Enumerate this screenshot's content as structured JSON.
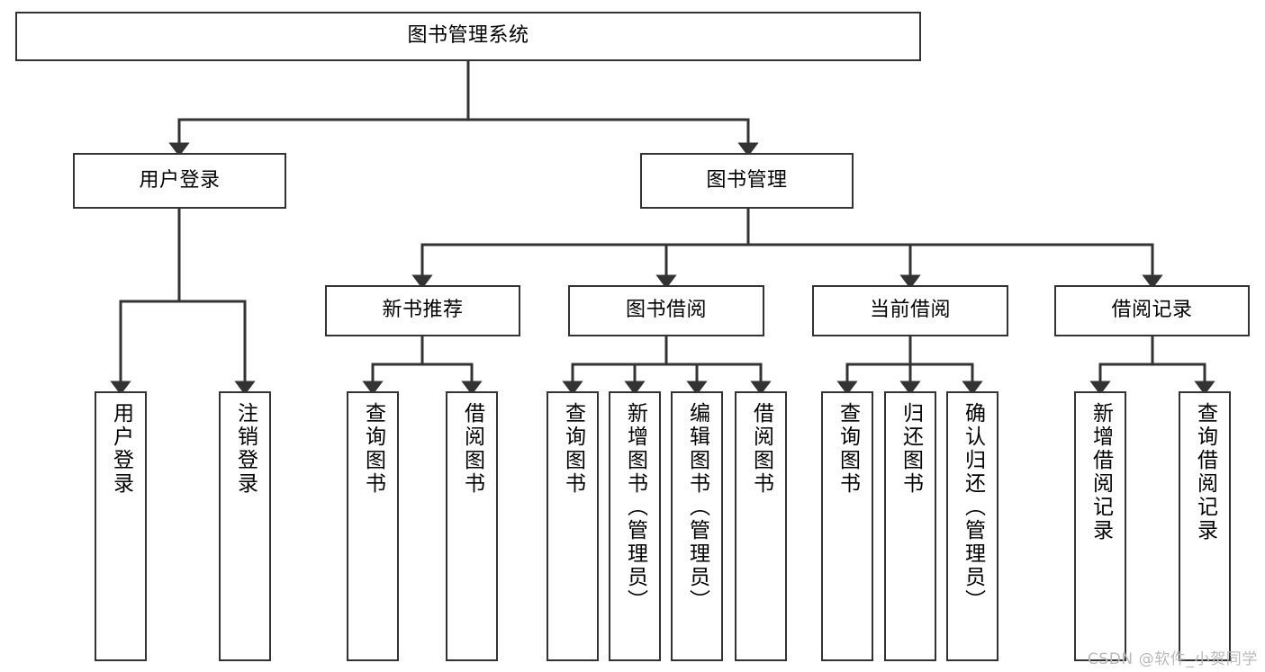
{
  "diagram": {
    "title": "图书管理系统",
    "type": "tree-hierarchy-chart",
    "orientation": "top-down",
    "colors": {
      "stroke": "#333333",
      "fill": "#ffffff",
      "text": "#000000",
      "watermark": "#b9b9b9"
    },
    "root": {
      "id": "root",
      "label": "图书管理系统",
      "text_orientation": "horizontal"
    },
    "level2": [
      {
        "id": "user-login",
        "label": "用户登录",
        "text_orientation": "horizontal"
      },
      {
        "id": "book-management",
        "label": "图书管理",
        "text_orientation": "horizontal"
      }
    ],
    "level3": [
      {
        "id": "new-book-recommend",
        "label": "新书推荐",
        "parent": "book-management",
        "text_orientation": "horizontal"
      },
      {
        "id": "book-borrow",
        "label": "图书借阅",
        "parent": "book-management",
        "text_orientation": "horizontal"
      },
      {
        "id": "current-borrow",
        "label": "当前借阅",
        "parent": "book-management",
        "text_orientation": "horizontal"
      },
      {
        "id": "borrow-record",
        "label": "借阅记录",
        "parent": "book-management",
        "text_orientation": "horizontal"
      }
    ],
    "leaves": [
      {
        "id": "leaf-user-login",
        "label": "用户登录",
        "parent": "user-login",
        "text_orientation": "vertical"
      },
      {
        "id": "leaf-user-logout",
        "label": "注销登录",
        "parent": "user-login",
        "text_orientation": "vertical"
      },
      {
        "id": "leaf-query-book-1",
        "label": "查询图书",
        "parent": "new-book-recommend",
        "text_orientation": "vertical"
      },
      {
        "id": "leaf-borrow-book-1",
        "label": "借阅图书",
        "parent": "new-book-recommend",
        "text_orientation": "vertical"
      },
      {
        "id": "leaf-query-book-2",
        "label": "查询图书",
        "parent": "book-borrow",
        "text_orientation": "vertical"
      },
      {
        "id": "leaf-add-book",
        "label": "新增图书（管理员）",
        "parent": "book-borrow",
        "text_orientation": "vertical"
      },
      {
        "id": "leaf-edit-book",
        "label": "编辑图书（管理员）",
        "parent": "book-borrow",
        "text_orientation": "vertical"
      },
      {
        "id": "leaf-borrow-book-2",
        "label": "借阅图书",
        "parent": "book-borrow",
        "text_orientation": "vertical"
      },
      {
        "id": "leaf-query-book-3",
        "label": "查询图书",
        "parent": "current-borrow",
        "text_orientation": "vertical"
      },
      {
        "id": "leaf-return-book",
        "label": "归还图书",
        "parent": "current-borrow",
        "text_orientation": "vertical"
      },
      {
        "id": "leaf-confirm-return",
        "label": "确认归还（管理员）",
        "parent": "current-borrow",
        "text_orientation": "vertical"
      },
      {
        "id": "leaf-add-record",
        "label": "新增借阅记录",
        "parent": "borrow-record",
        "text_orientation": "vertical"
      },
      {
        "id": "leaf-query-record",
        "label": "查询借阅记录",
        "parent": "borrow-record",
        "text_orientation": "vertical"
      }
    ],
    "watermark": "CSDN @软件_小贺同学"
  }
}
